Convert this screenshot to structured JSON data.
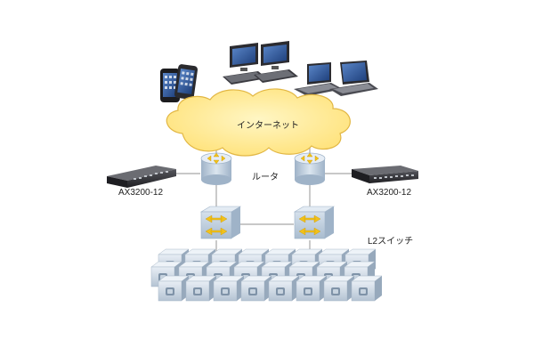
{
  "labels": {
    "internet": "インターネット",
    "router": "ルータ",
    "ax_left": "AX3200-12",
    "ax_right": "AX3200-12",
    "l2_switch": "L2スイッチ"
  },
  "colors": {
    "cloud_fill": "#ffe98a",
    "cloud_stroke": "#e0b93a",
    "device_body": "#b9cadb",
    "device_top": "#dde7f0",
    "arrow_yellow": "#f2c21a",
    "link_line": "#9a9a9a",
    "appliance": "#2f2f33"
  },
  "icons": {
    "clients": [
      "smartphone-icon",
      "desktop-pc-icon",
      "laptop-icon"
    ],
    "router": "router-icon",
    "switch": "l2-switch-icon",
    "appliance": "load-balancer-appliance-icon",
    "servers": "server-icon"
  }
}
